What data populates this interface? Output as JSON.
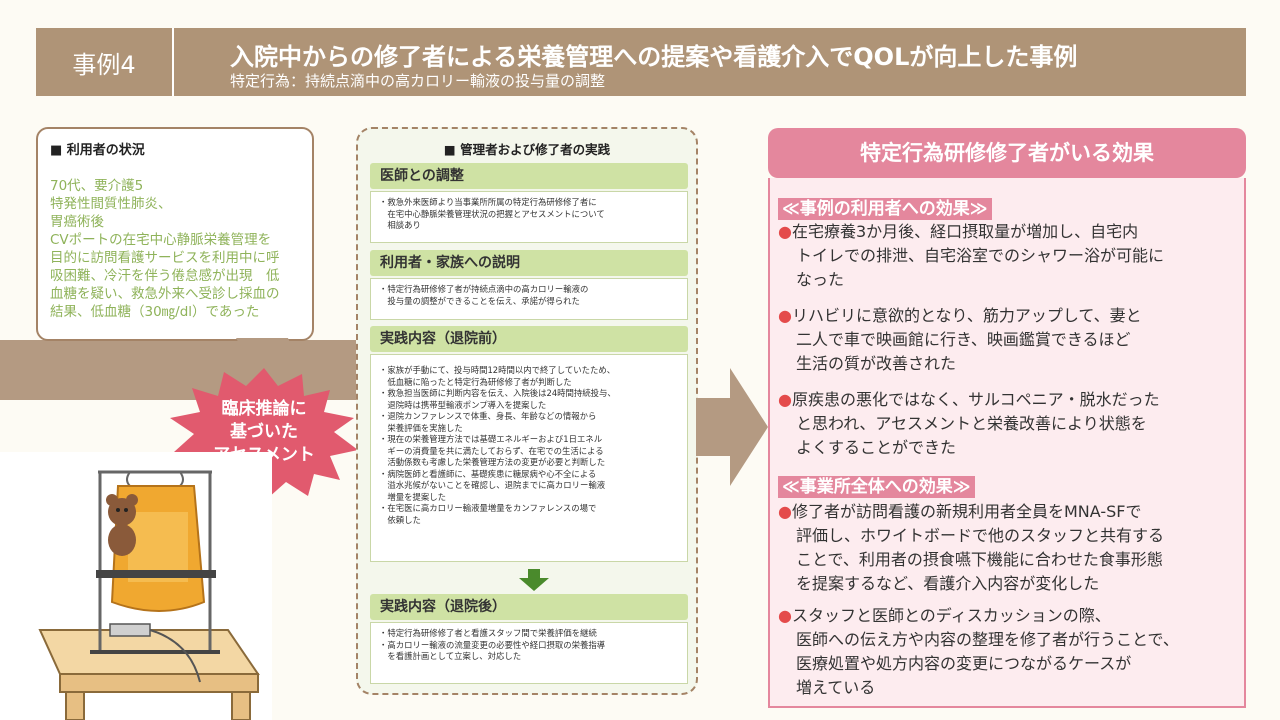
{
  "header": {
    "case_label": "事例4",
    "title": "入院中からの修了者による栄養管理への提案や看護介入でQOLが向上した事例",
    "subtitle": "特定行為：持続点滴中の高カロリー輸液の投与量の調整"
  },
  "user_status": {
    "heading": "■ 利用者の状況",
    "lines": [
      "70代、要介護5",
      "特発性間質性肺炎、",
      "胃癌術後",
      "CVポートの在宅中心静脈栄養管理を",
      "目的に訪問看護サービスを利用中に呼",
      "吸困難、冷汗を伴う倦怠感が出現　低",
      "血糖を疑い、救急外来へ受診し採血の",
      "結果、低血糖（30㎎/dl）であった"
    ]
  },
  "burst": {
    "lines": [
      "臨床推論に",
      "基づいた",
      "アセスメント"
    ]
  },
  "practice": {
    "heading": "■ 管理者および修了者の実践",
    "sections": [
      {
        "title": "医師との調整",
        "items": [
          "・救急外来医師より当事業所所属の特定行為研修修了者に",
          "　在宅中心静脈栄養管理状況の把握とアセスメントについて",
          "　相談あり"
        ]
      },
      {
        "title": "利用者・家族への説明",
        "items": [
          "・特定行為研修修了者が持続点滴中の高カロリー輸液の",
          "　投与量の調整ができることを伝え、承諾が得られた"
        ]
      },
      {
        "title": "実践内容（退院前）",
        "items": [
          "・家族が手動にて、投与時間12時間以内で終了していたため、",
          "　低血糖に陥ったと特定行為研修修了者が判断した",
          "・救急担当医師に判断内容を伝え、入院後は24時間持続投与、",
          "　退院時は携帯型輸液ポンプ導入を提案した",
          "・退院カンファレンスで体重、身長、年齢などの情報から",
          "　栄養評価を実施した",
          "・現在の栄養管理方法では基礎エネルギーおよび1日エネル",
          "　ギーの消費量を共に満たしておらず、在宅での生活による",
          "　活動係数も考慮した栄養管理方法の変更が必要と判断した",
          "・病院医師と看護師に、基礎疾患に糖尿病や心不全による",
          "　溢水兆候がないことを確認し、退院までに高カロリー輸液",
          "　増量を提案した",
          "・在宅医に高カロリー輸液量増量をカンファレンスの場で",
          "　依頼した"
        ]
      },
      {
        "title": "実践内容（退院後）",
        "items": [
          "・特定行為研修修了者と看護スタッフ間で栄養評価を継続",
          "",
          "・高カロリー輸液の流量変更の必要性や経口摂取の栄養指導",
          "　を看護計画として立案し、対応した"
        ]
      }
    ]
  },
  "effects": {
    "title": "特定行為研修修了者がいる効果",
    "user_effects_heading": "≪事例の利用者への効果≫",
    "user_effects": [
      {
        "lines": [
          "在宅療養3か月後、経口摂取量が増加し、自宅内",
          "トイレでの排泄、自宅浴室でのシャワー浴が可能に",
          "なった"
        ]
      },
      {
        "lines": [
          "リハビリに意欲的となり、筋力アップして、妻と",
          "二人で車で映画館に行き、映画鑑賞できるほど",
          "生活の質が改善された"
        ]
      },
      {
        "lines": [
          "原疾患の悪化ではなく、サルコペニア・脱水だった",
          "と思われ、アセスメントと栄養改善により状態を",
          "よくすることができた"
        ]
      }
    ],
    "office_effects_heading": "≪事業所全体への効果≫",
    "office_effects": [
      {
        "lines": [
          "修了者が訪問看護の新規利用者全員をMNA-SFで",
          "評価し、ホワイトボードで他のスタッフと共有する",
          "ことで、利用者の摂食嚥下機能に合わせた食事形態",
          "を提案するなど、看護介入内容が変化した"
        ]
      },
      {
        "lines": [
          "スタッフと医師とのディスカッションの際、",
          "医師への伝え方や内容の整理を修了者が行うことで、",
          "医療処置や処方内容の変更につながるケースが",
          "増えている"
        ]
      }
    ],
    "bullet": "●"
  },
  "colors": {
    "header": "#af9477",
    "green_bar": "#cfe2a4",
    "pink": "#e4879d",
    "status_text": "#8fb35a"
  }
}
